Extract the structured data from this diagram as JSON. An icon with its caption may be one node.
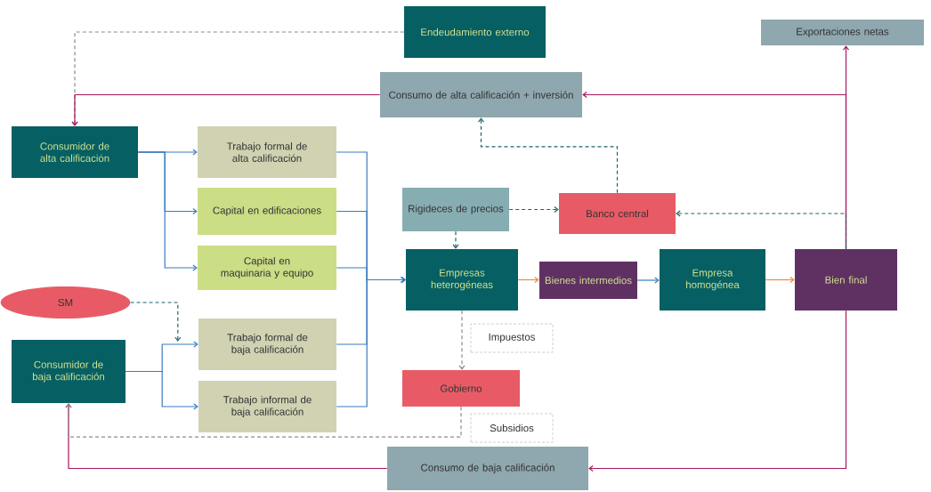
{
  "diagram": {
    "nodes": [
      {
        "text": [
          "Endeudamiento externo"
        ]
      },
      {
        "text": [
          "Exportaciones netas"
        ]
      },
      {
        "text": [
          "Consumo de alta calificación + inversión"
        ]
      },
      {
        "text": [
          "Consumidor de alta calificación"
        ]
      },
      {
        "text": [
          "Trabajo formal de alta calificación"
        ]
      },
      {
        "text": [
          "Capital en edificaciones"
        ]
      },
      {
        "text": [
          "Capital en maquinaria y equipo"
        ]
      },
      {
        "text": [
          "Rigideces de precios"
        ]
      },
      {
        "text": [
          "Banco central"
        ]
      },
      {
        "text": [
          "SM"
        ]
      },
      {
        "text": [
          "Empresas heterogéneas"
        ]
      },
      {
        "text": [
          "Bienes intermedios"
        ]
      },
      {
        "text": [
          "Empresa homogénea"
        ]
      },
      {
        "text": [
          "Bien final"
        ]
      },
      {
        "text": [
          "Trabajo formal de baja calificación"
        ]
      },
      {
        "text": [
          "Consumidor de baja calificación"
        ]
      },
      {
        "text": [
          "Trabajo informal de baja calificación"
        ]
      },
      {
        "text": [
          "Gobierno"
        ]
      },
      {
        "text": [
          "Consumo de baja calificación"
        ]
      }
    ],
    "edges": [
      {
        "from": 0,
        "to": 3,
        "arrow": "to",
        "style": "dashed",
        "color": "#8c8c8c"
      },
      {
        "from": 2,
        "to": 3,
        "arrow": "to",
        "color": "#a8175e"
      },
      {
        "from": 13,
        "to": 1,
        "arrow": "to",
        "color": "#a8175e"
      },
      {
        "from": 13,
        "to": 2,
        "arrow": "to",
        "color": "#a8175e"
      },
      {
        "from": 13,
        "to": 18,
        "arrow": "to",
        "color": "#a8175e"
      },
      {
        "from": 18,
        "to": 15,
        "arrow": "to",
        "color": "#a8175e"
      },
      {
        "from": 8,
        "to": 2,
        "arrow": "to",
        "style": "dashed",
        "color": "#1b6468"
      },
      {
        "from": 7,
        "to": 8,
        "arrow": "to",
        "style": "dashed",
        "color": "#1b6468"
      },
      {
        "from": 13,
        "to": 8,
        "arrow": "to",
        "style": "dashed",
        "color": "#1b6468"
      },
      {
        "from": 7,
        "to": 10,
        "arrow": "to",
        "style": "dashed",
        "color": "#1b6468"
      },
      {
        "from": 3,
        "to": 4,
        "arrow": "to"
      },
      {
        "from": 3,
        "to": 5,
        "arrow": "to"
      },
      {
        "from": 3,
        "to": 6,
        "arrow": "to"
      },
      {
        "from": 15,
        "to": 14,
        "arrow": "to"
      },
      {
        "from": 15,
        "to": 16,
        "arrow": "to"
      },
      {
        "from": 9,
        "to": 14,
        "arrow": "to",
        "style": "dashed",
        "color": "#1b6468"
      },
      {
        "from": 4,
        "to": 10,
        "arrow": "to"
      },
      {
        "from": 5,
        "to": 10,
        "arrow": "to"
      },
      {
        "from": 6,
        "to": 10,
        "arrow": "to"
      },
      {
        "from": 14,
        "to": 10,
        "arrow": "to"
      },
      {
        "from": 16,
        "to": 10,
        "arrow": "to"
      },
      {
        "from": 10,
        "to": 11,
        "arrow": "to",
        "color": "#f08a3c"
      },
      {
        "from": 11,
        "to": 12,
        "arrow": "to"
      },
      {
        "from": 12,
        "to": 13,
        "arrow": "to",
        "color": "#f08a3c"
      },
      {
        "from": 10,
        "to": 17,
        "arrow": "to",
        "style": "dashed",
        "color": "#8c8c8c",
        "label": "Impuestos"
      },
      {
        "from": 17,
        "to": 15,
        "arrow": "to",
        "style": "dashed",
        "color": "#8c8c8c",
        "label": "Subsidios"
      }
    ]
  }
}
